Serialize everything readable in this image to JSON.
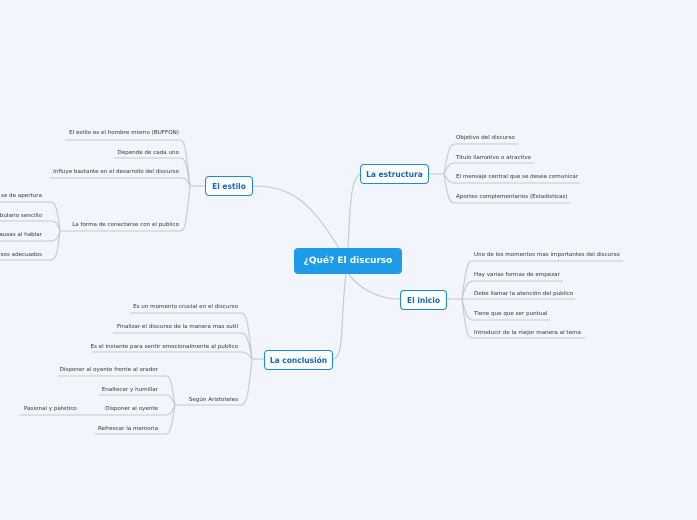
{
  "root": {
    "label": "¿Qué? El discurso",
    "color": "#1e9be8"
  },
  "branches": {
    "estilo": {
      "label": "El estilo",
      "items": [
        "El estilo es el hombre mismo (BUFFON)",
        "Depende de cada uno",
        "Influye bastante en el desarrollo del discurso",
        "La  forma de conectarse con el publico"
      ],
      "subitems": [
        "se de apertura",
        "bulario sencillo",
        "ausas al hablar",
        "rsos adecuados"
      ]
    },
    "estructura": {
      "label": "La estructura",
      "items": [
        "Objetivo del discurso",
        "Titulo llamativo o atractivo",
        "El mensaje central que se desea comunicar",
        "Aportes complementarios (Estadisticas)"
      ]
    },
    "inicio": {
      "label": "El inicio",
      "items": [
        "Uno de los momentos mas importantes del discurso",
        "Hay varias formas de empezar",
        "Debe llamar la atención del publico",
        "Tiene que que ser puntual",
        "Introducir de la mejor manera al tema"
      ]
    },
    "conclusion": {
      "label": "La conclusión",
      "items": [
        "Es un momento crucial en el discurso",
        "Finalizar el discurso de la manera mas sutil",
        "Es el instante para sentir emocionalmente al publico",
        "Según Aristoteles"
      ],
      "aristoteles": [
        "Disponer al oyente frente al orador",
        "Enaltecer y humillar",
        "Disponer al oyente",
        "Refrescar la memoria"
      ],
      "disponer_sub": "Pasional y patetico"
    }
  },
  "colors": {
    "accent": "#1e88e5",
    "line": "#c4c7cc",
    "background": "#f3f5fd"
  }
}
